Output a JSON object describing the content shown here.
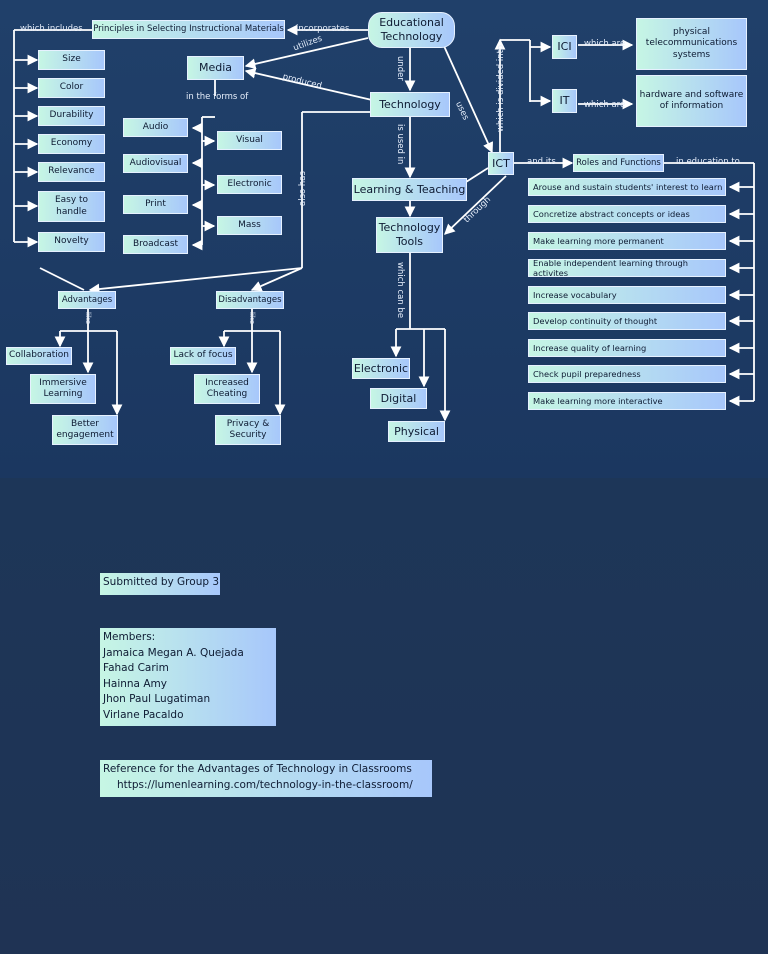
{
  "nodes": {
    "educational_technology": "Educational Technology",
    "principles": "Principles in Selecting Instructional Materials",
    "media": "Media",
    "technology": "Technology",
    "learning_teaching": "Learning & Teaching",
    "technology_tools": "Technology Tools",
    "ict": "ICT",
    "ici": "ICI",
    "it": "IT",
    "ici_desc": "physical telecommunications systems",
    "it_desc": "hardware and software of information",
    "roles": "Roles and Functions",
    "advantages": "Advantages",
    "disadvantages": "Disadvantages"
  },
  "principles_list": [
    "Size",
    "Color",
    "Durability",
    "Economy",
    "Relevance",
    "Easy to handle",
    "Novelty"
  ],
  "media_forms": [
    "Audio",
    "Audiovisual",
    "Print",
    "Broadcast",
    "Visual",
    "Electronic",
    "Mass"
  ],
  "tools_list": [
    "Electronic",
    "Digital",
    "Physical"
  ],
  "advantages_list": [
    "Collaboration",
    "Immersive Learning",
    "Better engagement"
  ],
  "disadvantages_list": [
    "Lack of focus",
    "Increased Cheating",
    "Privacy & Security"
  ],
  "roles_list": [
    "Arouse and sustain students' interest to learn",
    "Concretize abstract concepts or ideas",
    "Make learning more permanent",
    "Enable independent learning through activites",
    "Increase vocabulary",
    "Develop continuity of thought",
    "Increase quality of learning",
    "Check pupil preparedness",
    "Make learning more interactive"
  ],
  "edge_labels": {
    "which_includes": "which includes",
    "incorporates": "incorporates",
    "utilizes": "utilizes",
    "produced": "produced",
    "in_the_forms_of": "in the forms of",
    "under": "under",
    "uses": "uses",
    "which_is_divided_into": "which is divided into",
    "which_are_1": "which are",
    "which_are_2": "which are",
    "and_its": "and its",
    "in_education_to": "in education to",
    "is_used_in": "is used in",
    "through": "through",
    "also_has": "also has",
    "like_1": "like",
    "like_2": "like",
    "which_can_be": "which can be"
  },
  "submission": {
    "submitted_by": "Submitted by Group 3",
    "members_heading": "Members:",
    "members": [
      "Jamaica Megan A. Quejada",
      "Fahad Carim",
      "Hainna Amy",
      "Jhon Paul Lugatiman",
      "Virlane Pacaldo"
    ],
    "reference_title": "Reference for the Advantages of Technology in Classrooms",
    "reference_url": "https://lumenlearning.com/technology-in-the-classroom/"
  },
  "colors": {
    "background": "#1f3b5e",
    "node_gradient_start": "#c6f6e4",
    "node_gradient_end": "#a7c7fb",
    "connector": "#ffffff"
  }
}
